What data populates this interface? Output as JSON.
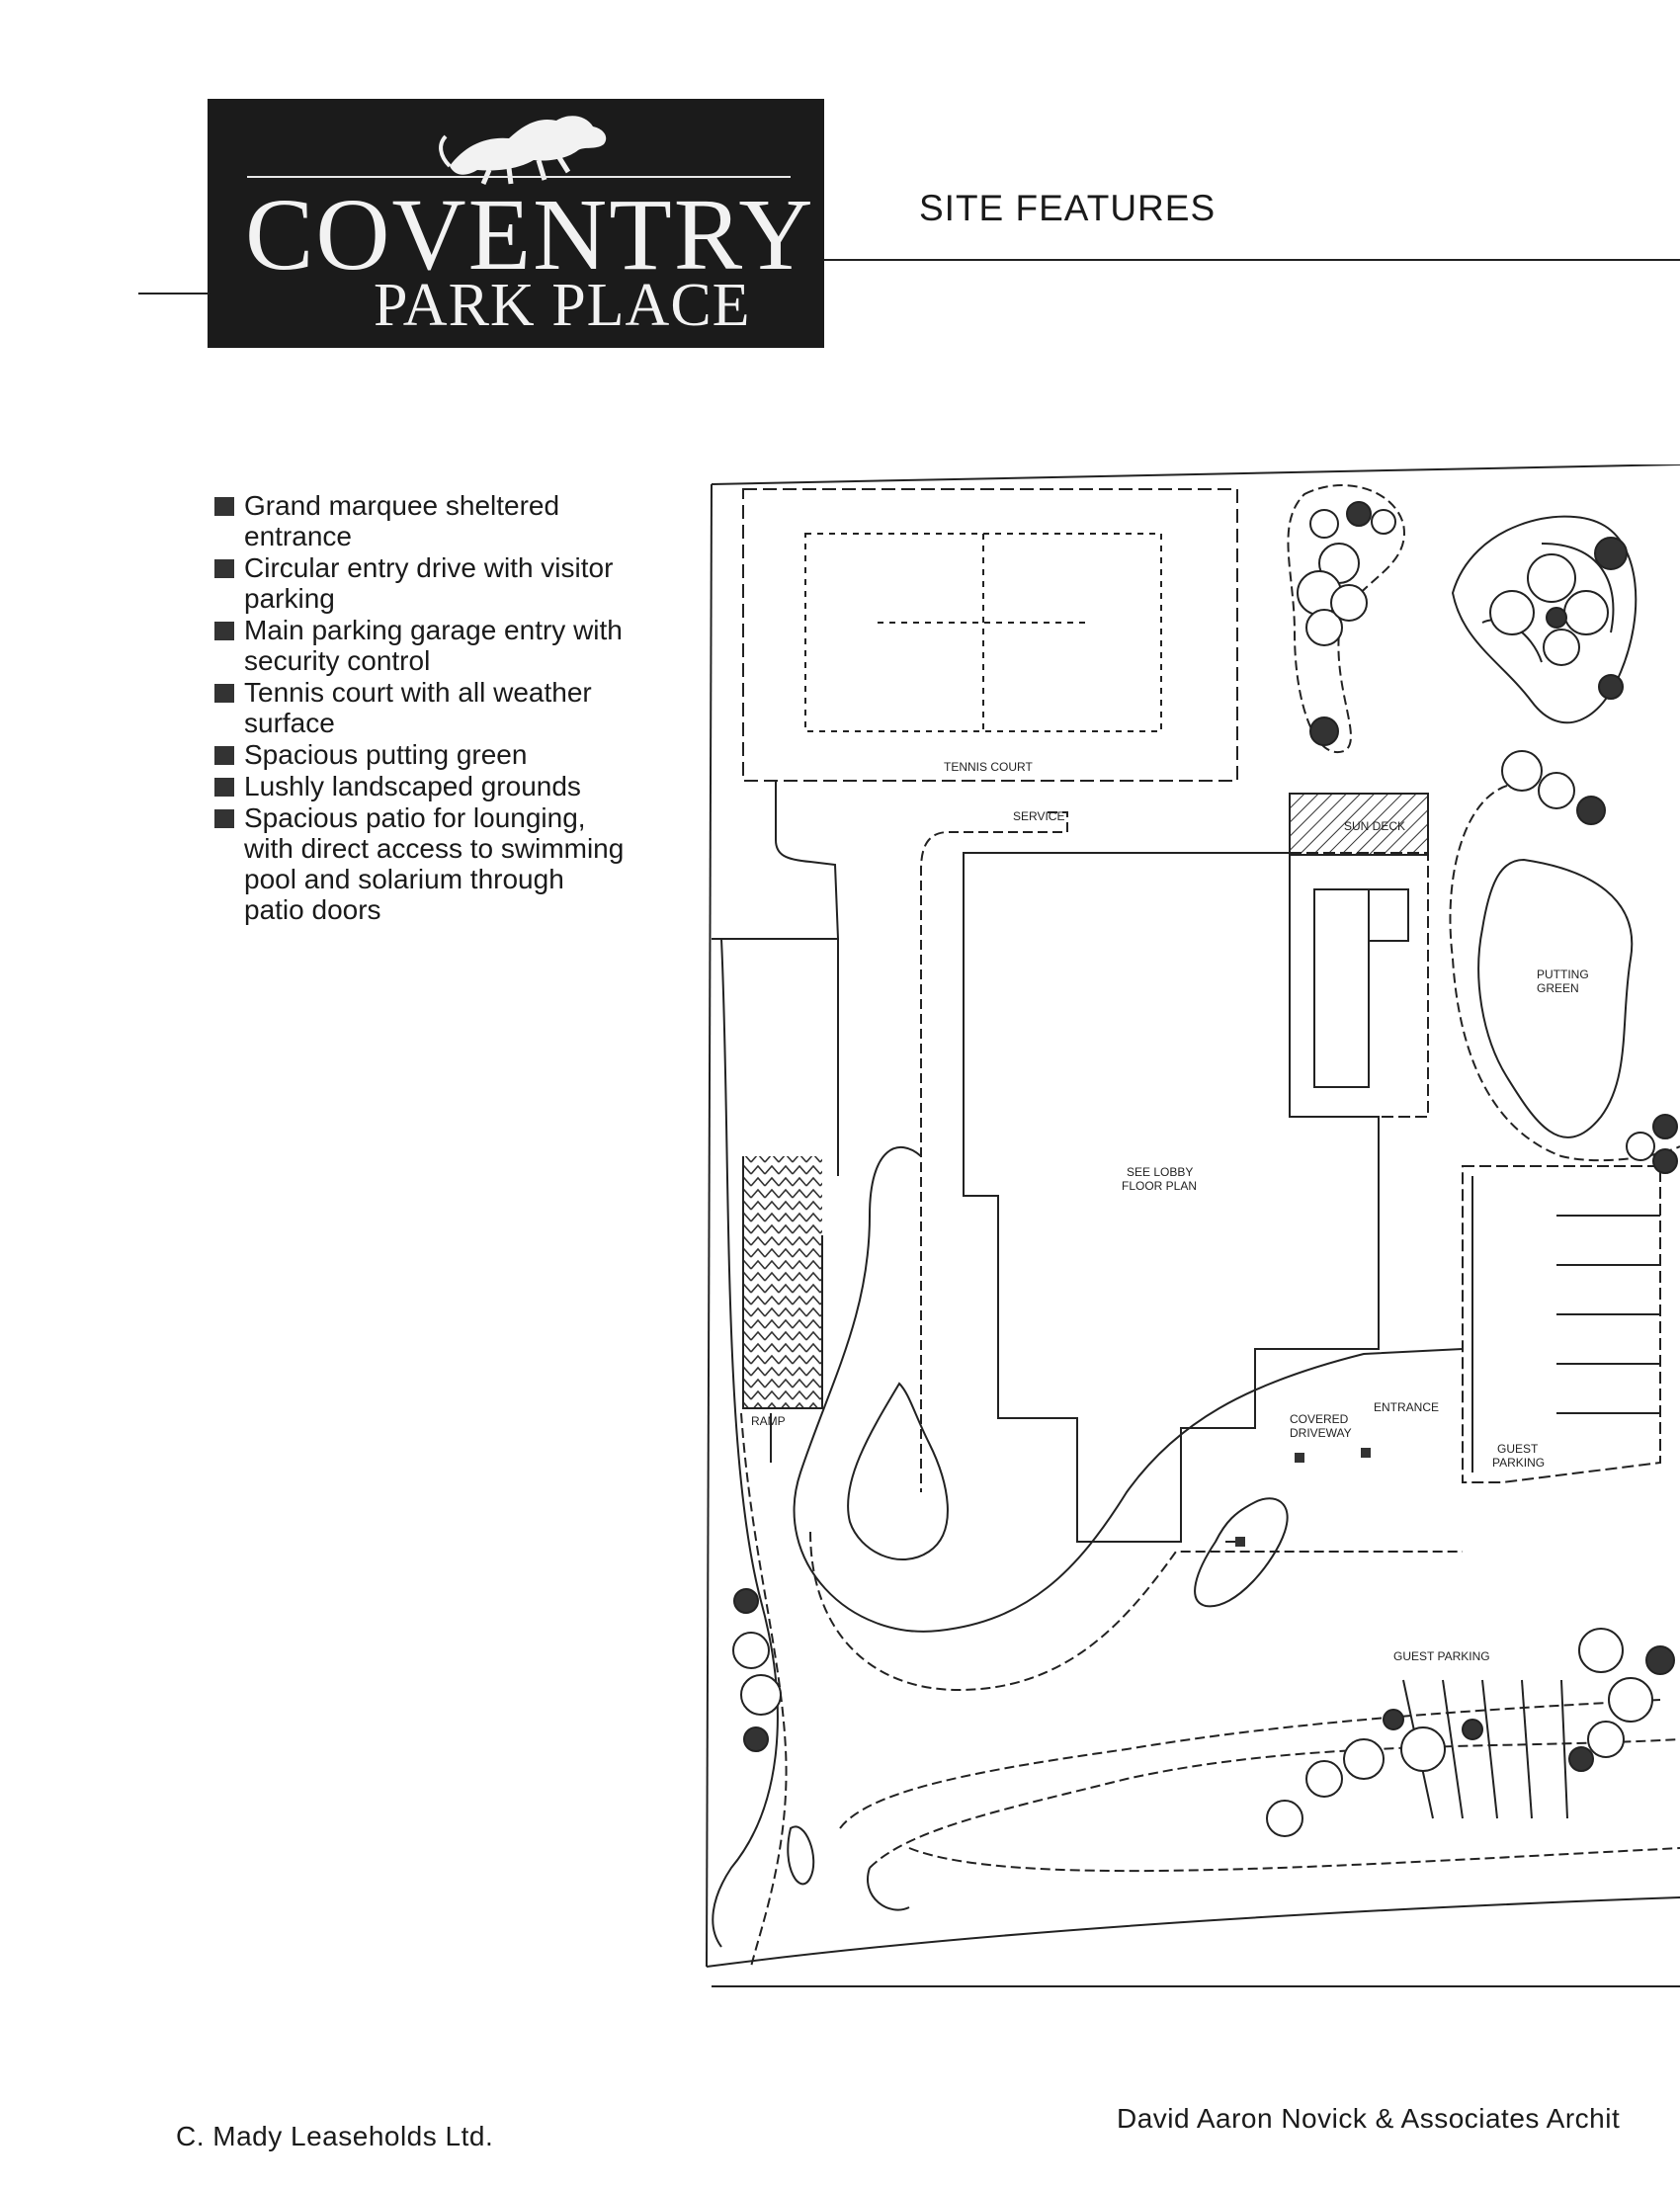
{
  "logo": {
    "line1": "COVENTRY",
    "line2": "PARK PLACE"
  },
  "page_title": "SITE FEATURES",
  "features": [
    "Grand marquee sheltered entrance",
    "Circular entry drive with visitor parking",
    "Main parking garage entry with security control",
    "Tennis court with all weather surface",
    "Spacious putting green",
    "Lushly landscaped grounds",
    "Spacious patio for lounging, with direct access to swimming pool and solarium through patio doors"
  ],
  "site_plan_labels": {
    "tennis_court": "TENNIS COURT",
    "service": "SERVICE",
    "sun_deck": "SUN DECK",
    "putting_green_1": "PUTTING",
    "putting_green_2": "GREEN",
    "lobby_1": "SEE LOBBY",
    "lobby_2": "FLOOR PLAN",
    "ramp": "RAMP",
    "covered_1": "COVERED",
    "covered_2": "DRIVEWAY",
    "entrance": "ENTRANCE",
    "guest_parking_1": "GUEST",
    "guest_parking_2": "PARKING",
    "guest_parking_lower": "GUEST PARKING"
  },
  "footer": {
    "left": "C. Mady Leaseholds Ltd.",
    "right": "David Aaron Novick & Associates Archit"
  }
}
